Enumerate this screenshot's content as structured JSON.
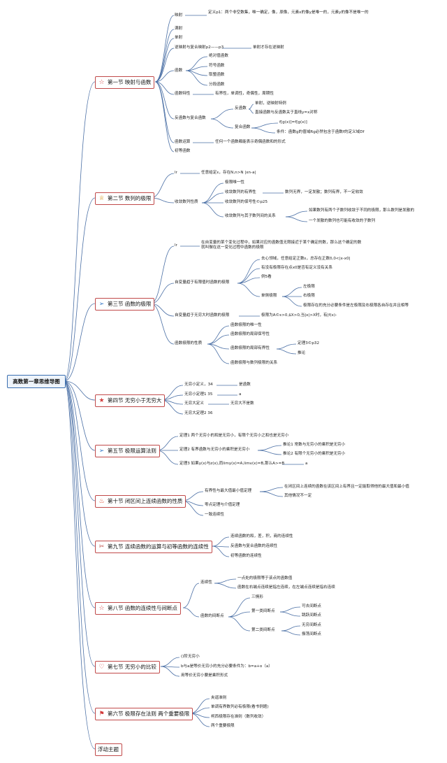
{
  "root": "高数第一章思维导图",
  "sections": {
    "s1": {
      "label": "第一节 映射与函数",
      "icon": "star-outline-icon"
    },
    "s2": {
      "label": "第二节 数列的极限",
      "icon": "trophy-icon"
    },
    "s3": {
      "label": "第三节 函数的极限",
      "icon": "paper-plane-icon"
    },
    "s4": {
      "label": "第四节 无穷小于无穷大",
      "icon": "star-filled-icon"
    },
    "s5": {
      "label": "第五节 极限运算法则",
      "icon": "paper-plane-icon"
    },
    "s6": {
      "label": "第十节 闭区间上连续函数的性质",
      "icon": "fire-icon"
    },
    "s7": {
      "label": "第九节 连续函数的运算与初等函数的连续性",
      "icon": "tools-icon"
    },
    "s8": {
      "label": "第八节 函数的连续性与间断点",
      "icon": "star-outline-icon"
    },
    "s9": {
      "label": "第七节 无穷小的比较",
      "icon": "heart-icon"
    },
    "s10": {
      "label": "第六节 极限存在法则 两个重要极限",
      "icon": "flag-icon"
    },
    "s11": {
      "label": "浮动主题",
      "icon": ""
    }
  },
  "nodes": {
    "n1": "映射",
    "n2": "定义p1：两个非空数集，唯一确定，像，原像，元素x的像y是唯一的，元素y的像不是唯一的",
    "n3": "满射",
    "n4": "单射",
    "n5": "逆映射与复合映射p2——p3",
    "n6": "单射才存在逆映射",
    "n7": "函数",
    "n8": "绝对值函数",
    "n9": "符号函数",
    "n10": "取整函数",
    "n11": "分段函数",
    "n12": "函数特性",
    "n13": "有界性，单调性，奇偶性，周期性",
    "n14": "反函数与复合函数",
    "n15": "反函数",
    "n16": "单射，逆映射特例",
    "n17": "直接函数与反函数关于直线y=x对称",
    "n18": "复合函数",
    "n19": "f[g(x)]=f[g(x)]",
    "n20": "条件：函数g的值域Rg必然包含于函数f的定义域Df",
    "n21": "函数运算",
    "n22": "任何一个函数都能表示奇偶函数和的形式",
    "n23": "初等函数",
    "n24": "lr",
    "n25": "任意给定ε，存在N,n>N |xn-a|",
    "n26": "收敛数列性质",
    "n27": "极限唯一性",
    "n28": "收敛数列的有界性",
    "n29": "数列无界，一定发散；数列有界，不一定收敛",
    "n30": "收敛数列的保号性©p25",
    "n31": "收敛数列与其子数列间的关系",
    "n32": "如果数列有两个子数列收敛于不同的极限，那么数列是发散的",
    "n33": "一个发散的数列也可能有收敛的子数列",
    "n34": "lr",
    "n35": "在自变量的某个变化过程中，如果对应的函数值无限接近于某个确定的数，那么这个确定的数就叫做在这一变化过程中函数的极限",
    "n36": "自变量趋于有限值时函数的极限",
    "n37": "去心领域，任意给定正数ε，总存在正数δ,0<|x-x0|",
    "n38": "有没有极限存在点x0是否有定义没有关系",
    "n39": "例5看",
    "n40": "单侧极限",
    "n41": "左极限",
    "n42": "右极限",
    "n43": "极限存在的充分必要条件是左极限及右极限各自存在并且相等",
    "n44": "自变量趋于无穷大时函数的极限",
    "n45": "极限为A©ε>0,$X>0,当|x|>X时，有|f(x)-",
    "n46": "函数极限的性质",
    "n47": "函数极限的唯一性",
    "n48": "函数极限的局部保号性",
    "n49": "函数极限的局部有界性",
    "n50": "定理3©p32",
    "n51": "推论",
    "n52": "函数极限与数列极限的关系",
    "n53": "无穷小定义，34",
    "n54": "是函数",
    "n55": "无穷小定理1 35",
    "n56": "a",
    "n57": "无穷大定义",
    "n58": "无穷大不是数",
    "n59": "无穷大定理2 36",
    "n60": "定理1 两个无穷小的和是无穷小，有限个无穷小之和也是无穷小",
    "n61": "定理2 有界函数与无穷小的乘积是无穷小",
    "n62": "推论1 常数与无穷小的乘积是无穷小",
    "n63": "推论2 有限个无穷小的乘积是无穷小",
    "n64": "定理3 如果y(x)与z(x),而limy(x)=A,limv(x)=B,那么A>=B",
    "n65": "a",
    "n66": "有界性与最大值最小值定理",
    "n67": "在闭区间上连续的函数在该区间上有界且一定能取得他的最大值和最小值",
    "n68": "其他情况不一定",
    "n69": "零点定理与介值定理",
    "n70": "一致连续性",
    "n71": "连续函数的和，差，积，商的连续性",
    "n72": "反函数与复合函数的连续性",
    "n73": "初等函数的连续性",
    "n74": "连续性",
    "n75": "一点处的极限等于该点的函数值",
    "n76": "函数在右端点连续是指左连续，在左端点连续是指右连续",
    "n77": "函数的间断点",
    "n78": "三情形",
    "n79": "第一类间断点",
    "n80": "可去间断点",
    "n81": "跳跃间断点",
    "n82": "第二类间断点",
    "n83": "无穷间断点",
    "n84": "振荡间断点",
    "n85": "()阶无穷小",
    "n86": "b与a是等价无穷小的充分必要条件为：b=a+o（a）",
    "n87": "用等价无穷小要是乘积形式",
    "n88": "夹逼准则",
    "n89": "单调有界数列必有极限(看书例题)",
    "n90": "柯西极限存在准则（数列收敛）",
    "n91": "两个重要极限"
  }
}
